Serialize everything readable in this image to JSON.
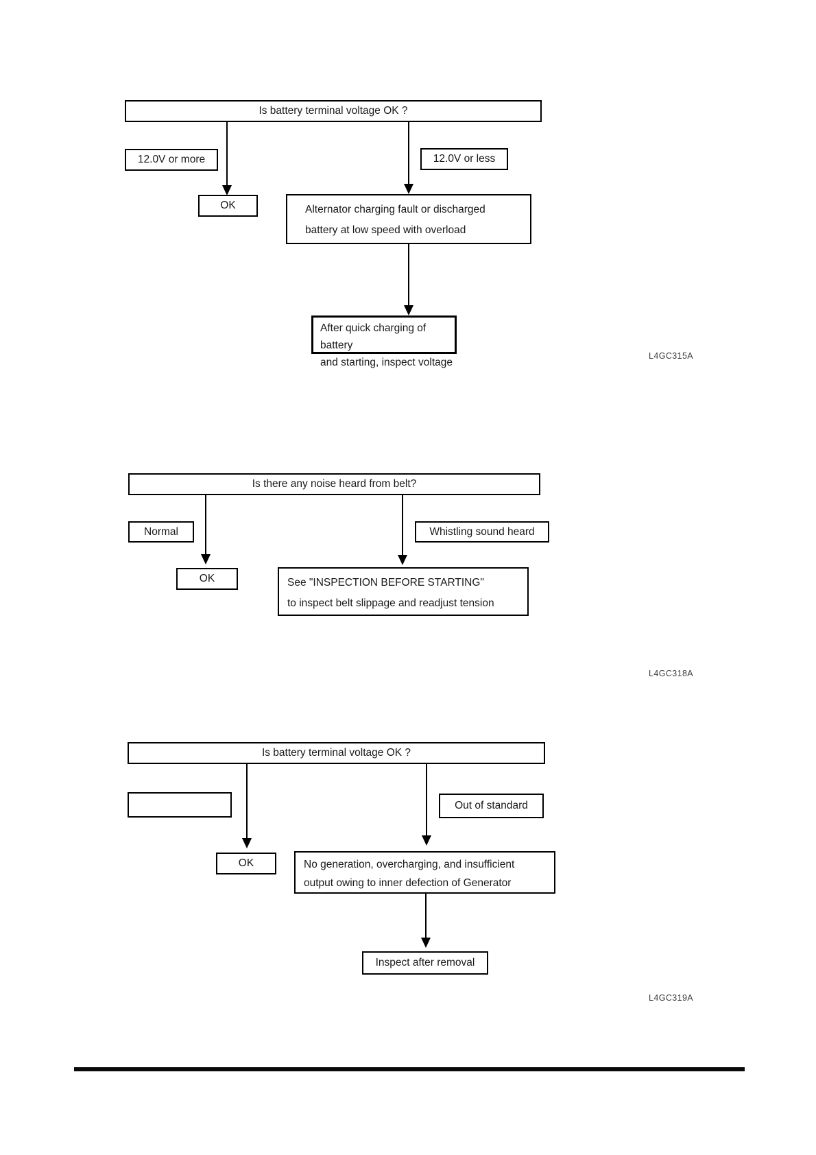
{
  "page": {
    "background": "#ffffff",
    "border_color": "#000000",
    "text_color": "#1a1a1a",
    "figure_label_color": "#3d3d3d"
  },
  "flowchart1": {
    "question": "Is battery terminal voltage OK ?",
    "branch_left_label": "12.0V or more",
    "branch_right_label": "12.0V or less",
    "result_left": "OK",
    "result_right_line1": "Alternator charging fault or discharged",
    "result_right_line2": "battery at low speed with overload",
    "followup_line1": "After quick charging of battery",
    "followup_line2": "and starting, inspect voltage",
    "figure_code": "L4GC315A"
  },
  "flowchart2": {
    "question": "Is there any noise heard from belt?",
    "branch_left_label": "Normal",
    "branch_right_label": "Whistling sound heard",
    "result_left": "OK",
    "result_right_line1": "See \"INSPECTION BEFORE STARTING\"",
    "result_right_line2": "to inspect belt slippage and readjust tension",
    "figure_code": "L4GC318A"
  },
  "flowchart3": {
    "question": "Is battery terminal voltage OK ?",
    "branch_left_label": "",
    "branch_right_label": "Out of standard",
    "result_left": "OK",
    "result_right_line1": "No generation, overcharging, and insufficient",
    "result_right_line2": "output owing to inner defection of Generator",
    "followup": "Inspect after removal",
    "figure_code": "L4GC319A"
  }
}
